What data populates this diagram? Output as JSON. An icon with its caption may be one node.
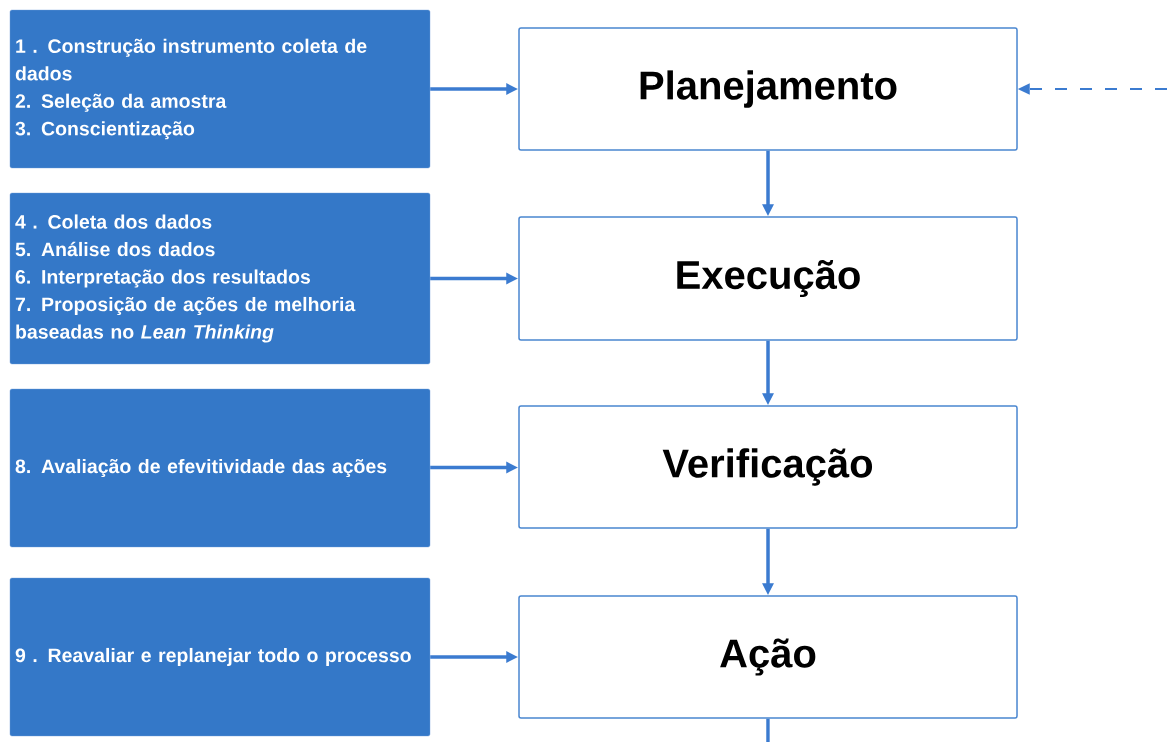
{
  "diagram": {
    "nodes": [
      {
        "text": [
          "1 . Construção instrumento coleta de dados",
          "2. Seleção da amostra",
          "3. Conscientização"
        ]
      },
      {
        "text": [
          "Planejamento"
        ]
      },
      {
        "text": [
          "4 . Coleta dos dados",
          "5. Análise dos dados",
          "6. Interpretação dos resultados",
          "7.  Proposição de ações de melhoria baseadas no *Lean Thinking*"
        ]
      },
      {
        "text": [
          "Execução"
        ]
      },
      {
        "text": [
          "8. Avaliação de efevitividade das ações"
        ]
      },
      {
        "text": [
          "Verificação"
        ]
      },
      {
        "text": [
          "9 . Reavaliar e replanejar todo o processo"
        ]
      },
      {
        "text": [
          "Ação"
        ]
      }
    ],
    "edges": [
      {
        "from": 0,
        "to": 1,
        "arrow": "to"
      },
      {
        "from": 2,
        "to": 3,
        "arrow": "to"
      },
      {
        "from": 4,
        "to": 5,
        "arrow": "to"
      },
      {
        "from": 6,
        "to": 7,
        "arrow": "to"
      },
      {
        "from": 1,
        "to": 3,
        "arrow": "to"
      },
      {
        "from": 3,
        "to": 5,
        "arrow": "to"
      },
      {
        "from": 5,
        "to": 7,
        "arrow": "to"
      },
      {
        "from": null,
        "to": 1,
        "arrow": "to",
        "style": "dashed"
      },
      {
        "from": 7,
        "to": null,
        "arrow": "none"
      }
    ]
  }
}
